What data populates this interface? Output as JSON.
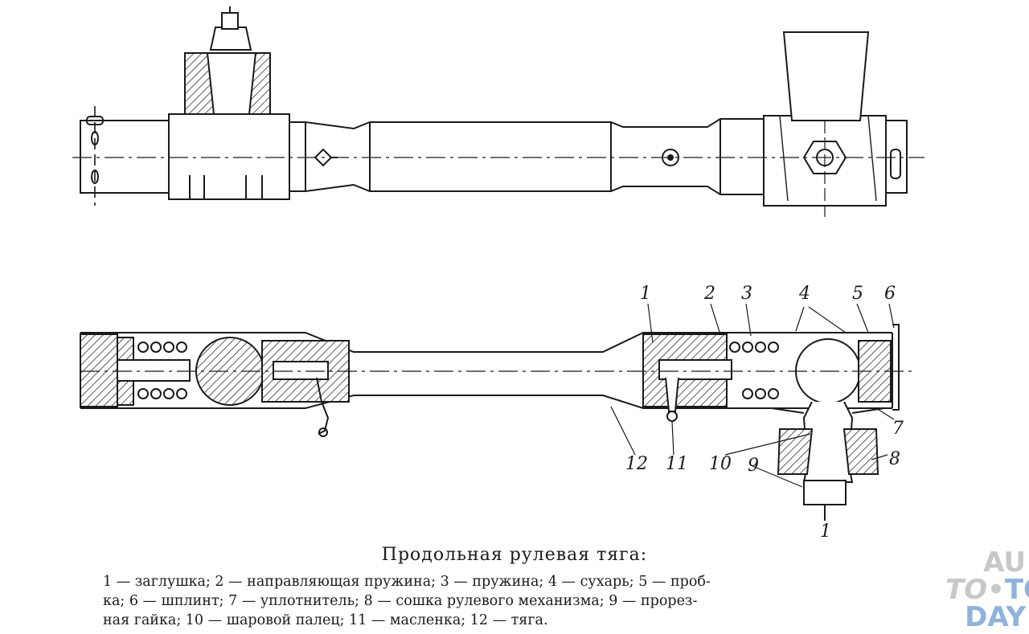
{
  "labels": {
    "callouts": [
      "1",
      "2",
      "3",
      "4",
      "5",
      "6",
      "7",
      "8",
      "9",
      "10",
      "11",
      "12",
      "1"
    ]
  },
  "caption": {
    "title": "Продольная рулевая тяга:",
    "lines": [
      "1 — заглушка; 2 — направляющая пружина; 3 — пружина; 4 — сухарь; 5 — проб-",
      "ка; 6 — шплинт; 7 — уплотнитель; 8 — сошка рулевого механизма; 9 — прорез-",
      "ная гайка; 10 — шаровой палец; 11 — масленка; 12 — тяга."
    ]
  },
  "watermark": {
    "au": "AU",
    "to1": "TO",
    "dot": "•",
    "to2": "TO",
    "day": "DAY"
  },
  "colors": {
    "ink": "#1a1a1a",
    "hatch": "#333333",
    "watermark_grey": "#c8c8c8",
    "watermark_blue": "#8fb3d9"
  }
}
